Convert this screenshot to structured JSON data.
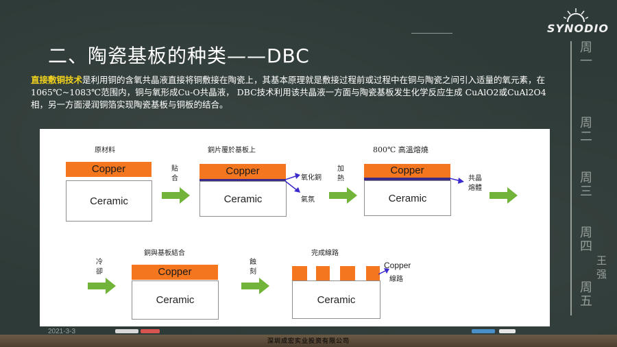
{
  "logo": {
    "text": "SYNODIO"
  },
  "title": "二、陶瓷基板的种类——DBC",
  "body": {
    "highlight": "直接敷铜技术",
    "text": "是利用铜的含氧共晶液直接将铜敷接在陶瓷上，其基本原理就是敷接过程前或过程中在铜与陶瓷之间引入适量的氧元素，在1065℃~1083℃范围内，铜与氧形成Cu-O共晶液， DBC技术利用该共晶液一方面与陶瓷基板发生化学反应生成 CuAlO2或CuAl2O4相，另一方面浸润铜箔实现陶瓷基板与铜板的结合。"
  },
  "diagram": {
    "step1": {
      "caption": "原材料",
      "copper": "Copper",
      "ceramic": "Ceramic"
    },
    "arrow1_label": "貼合",
    "step2": {
      "caption": "銅片覆於基板上",
      "copper": "Copper",
      "ceramic": "Ceramic",
      "note1": "氧化銅",
      "note2": "氣氛"
    },
    "arrow2_label": "加熱",
    "step3": {
      "caption": "800℃ 高溫熔燒",
      "copper": "Copper",
      "ceramic": "Ceramic",
      "note": "共晶熔體"
    },
    "arrow3_label": "冷卻",
    "step4": {
      "caption": "銅與基板結合",
      "copper": "Copper",
      "ceramic": "Ceramic"
    },
    "arrow4_label": "蝕刻",
    "step5": {
      "caption": "完成線路",
      "ceramic": "Ceramic",
      "note1": "Copper",
      "note2": "線路"
    }
  },
  "footer": {
    "date": "2021-3-3",
    "company": "深圳成宏实业投资有限公司"
  },
  "board_words": [
    "周一",
    "周二",
    "周三",
    "周四",
    "王强",
    "周五"
  ],
  "colors": {
    "copper": "#f4761e",
    "arrow": "#72b33a",
    "highlight": "#f2d21c"
  }
}
